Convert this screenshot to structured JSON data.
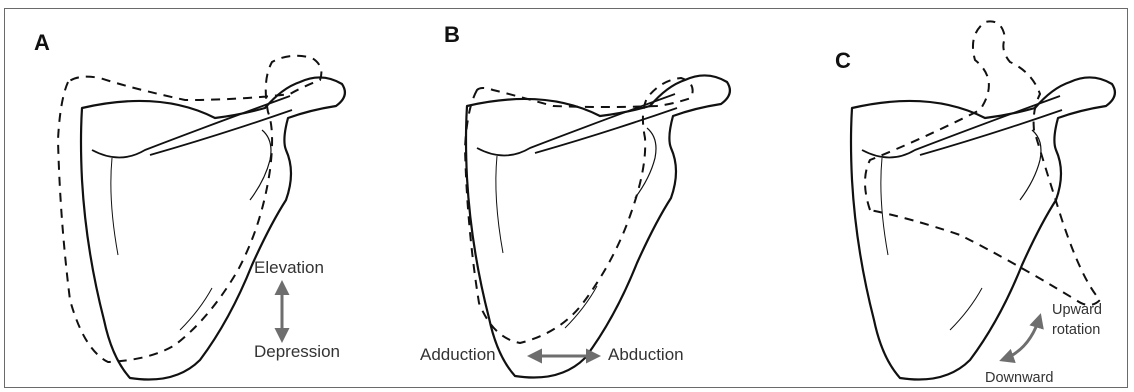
{
  "panels": {
    "a": {
      "letter": "A",
      "label_top": "Elevation",
      "label_bottom": "Depression"
    },
    "b": {
      "letter": "B",
      "label_left": "Adduction",
      "label_right": "Abduction"
    },
    "c": {
      "letter": "C",
      "label_up_1": "Upward",
      "label_up_2": "rotation",
      "label_down": "Downward"
    }
  },
  "colors": {
    "line": "#111111",
    "arrow": "#6e6e6e",
    "frame": "#6a6a6a"
  }
}
